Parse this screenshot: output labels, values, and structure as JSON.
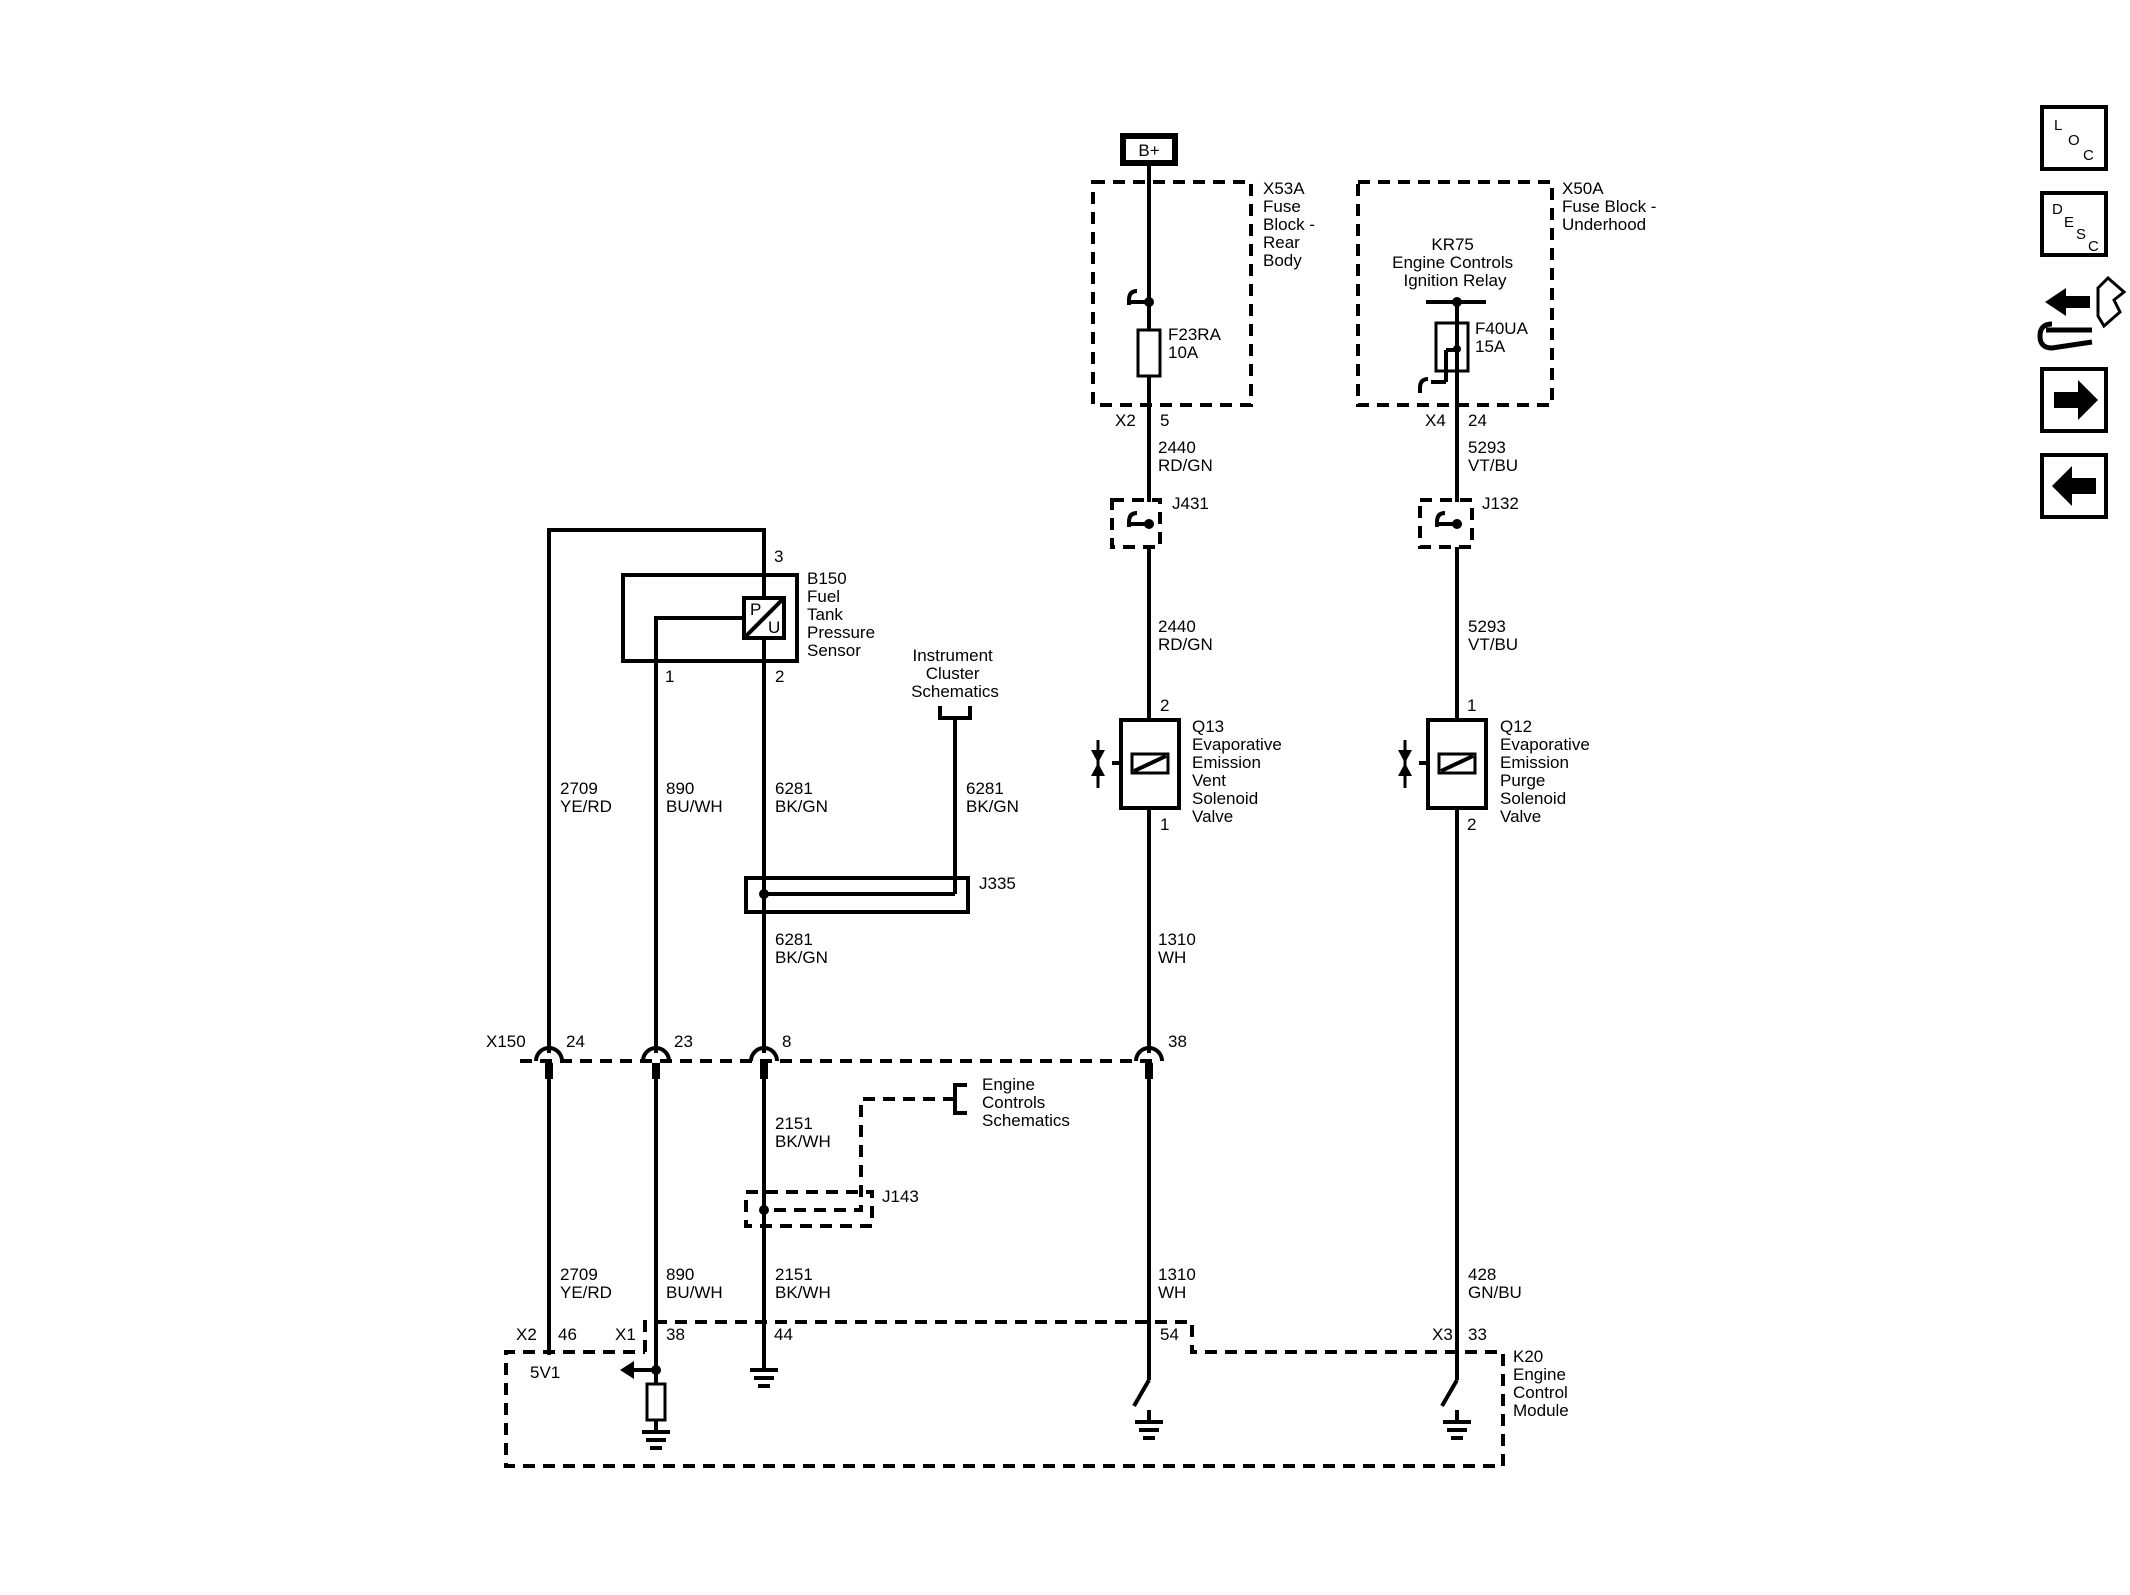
{
  "connectors": {
    "b_plus": "B+",
    "x2_fuse": "X2",
    "x2_fuse_pin": "5",
    "x4": "X4",
    "x4_pin": "24",
    "x150": "X150",
    "x150_p24": "24",
    "x150_p23": "23",
    "x150_p8": "8",
    "x150_p38": "38",
    "x2_ecm": "X2",
    "x2_ecm_pin": "46",
    "x1_ecm": "X1",
    "x1_p38": "38",
    "x1_p44": "44",
    "x1_p54": "54",
    "x3": "X3",
    "x3_pin": "33",
    "v5_ref": "5V1"
  },
  "components": {
    "x53a": [
      "X53A",
      "Fuse",
      "Block -",
      "Rear",
      "Body"
    ],
    "x50a": [
      "X50A",
      "Fuse Block -",
      "Underhood"
    ],
    "kr75": [
      "KR75",
      "Engine Controls",
      "Ignition Relay"
    ],
    "f23ra": [
      "F23RA",
      "10A"
    ],
    "f40ua": [
      "F40UA",
      "15A"
    ],
    "b150": [
      "B150",
      "Fuel",
      "Tank",
      "Pressure",
      "Sensor"
    ],
    "b150_p": "P",
    "b150_u": "U",
    "b150_pin3": "3",
    "b150_pin1": "1",
    "b150_pin2": "2",
    "q13": [
      "Q13",
      "Evaporative",
      "Emission",
      "Vent",
      "Solenoid",
      "Valve"
    ],
    "q13_pin_top": "2",
    "q13_pin_bot": "1",
    "q12": [
      "Q12",
      "Evaporative",
      "Emission",
      "Purge",
      "Solenoid",
      "Valve"
    ],
    "q12_pin_top": "1",
    "q12_pin_bot": "2",
    "k20": [
      "K20",
      "Engine",
      "Control",
      "Module"
    ],
    "instr_ref": [
      "Instrument",
      "Cluster",
      "Schematics"
    ],
    "eng_ref": [
      "Engine",
      "Controls",
      "Schematics"
    ]
  },
  "splices": {
    "j431": "J431",
    "j132": "J132",
    "j335": "J335",
    "j143": "J143"
  },
  "wires": {
    "w2440_a": [
      "2440",
      "RD/GN"
    ],
    "w2440_b": [
      "2440",
      "RD/GN"
    ],
    "w5293_a": [
      "5293",
      "VT/BU"
    ],
    "w5293_b": [
      "5293",
      "VT/BU"
    ],
    "w2709_a": [
      "2709",
      "YE/RD"
    ],
    "w890_a": [
      "890",
      "BU/WH"
    ],
    "w6281_a": [
      "6281",
      "BK/GN"
    ],
    "w6281_b": [
      "6281",
      "BK/GN"
    ],
    "w6281_c": [
      "6281",
      "BK/GN"
    ],
    "w1310_a": [
      "1310",
      "WH"
    ],
    "w2151_a": [
      "2151",
      "BK/WH"
    ],
    "w2709_b": [
      "2709",
      "YE/RD"
    ],
    "w890_b": [
      "890",
      "BU/WH"
    ],
    "w2151_b": [
      "2151",
      "BK/WH"
    ],
    "w1310_b": [
      "1310",
      "WH"
    ],
    "w428": [
      "428",
      "GN/BU"
    ]
  },
  "nav": {
    "loc": [
      "L",
      "O",
      "C"
    ],
    "desc": [
      "D",
      "E",
      "S",
      "C"
    ],
    "icons": [
      "connector-tool-icon",
      "arrow-right-icon",
      "arrow-left-icon"
    ]
  }
}
